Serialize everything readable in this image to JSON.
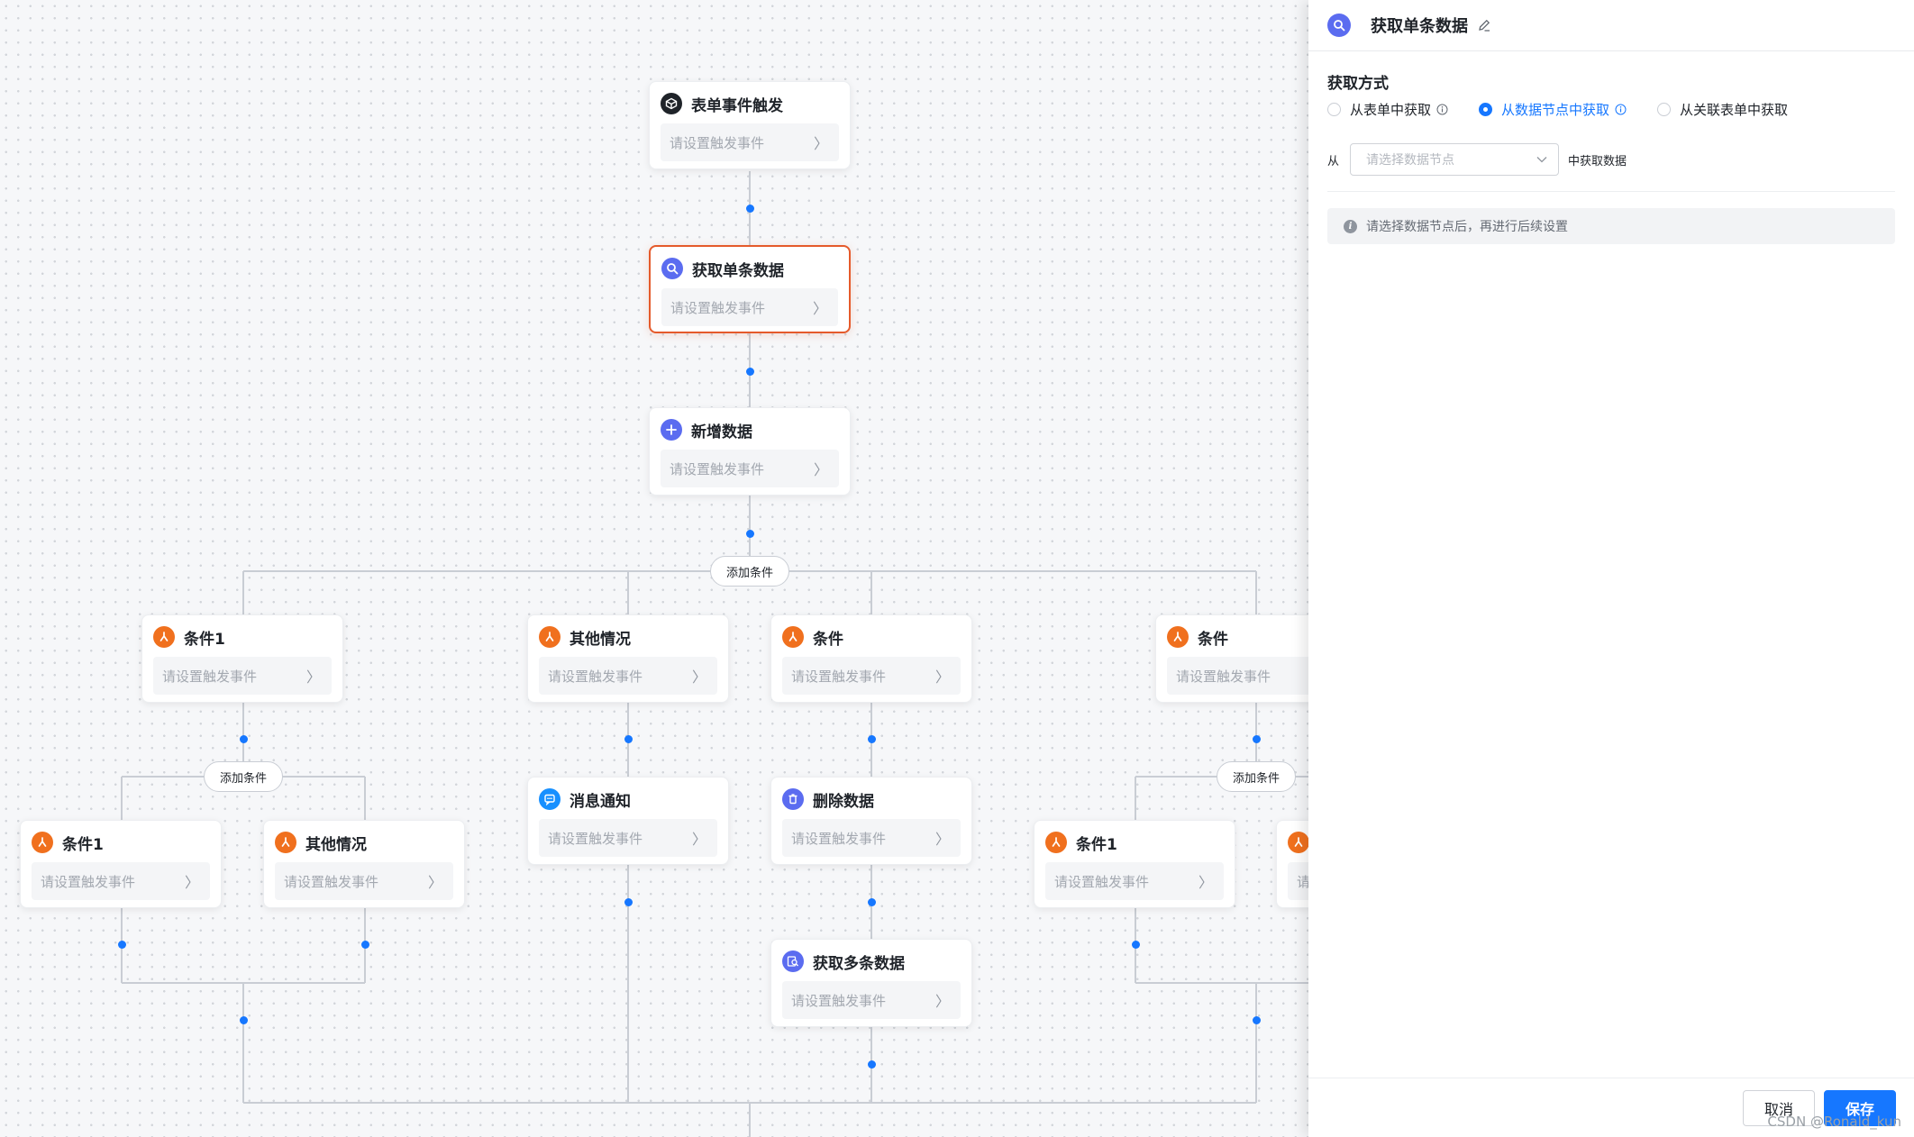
{
  "canvas": {
    "add_condition_label": "添加条件",
    "nodes": [
      {
        "id": "n1",
        "title": "表单事件触发",
        "placeholder": "请设置触发事件",
        "icon": "form-trigger-icon",
        "color": "#1f2329"
      },
      {
        "id": "n2",
        "title": "获取单条数据",
        "placeholder": "请设置触发事件",
        "icon": "search-icon",
        "color": "#5b6cf0",
        "selected": true
      },
      {
        "id": "n3",
        "title": "新增数据",
        "placeholder": "请设置触发事件",
        "icon": "plus-icon",
        "color": "#5b6cf0"
      },
      {
        "id": "n4",
        "title": "条件1",
        "placeholder": "请设置触发事件",
        "icon": "branch-icon",
        "color": "#f0701e"
      },
      {
        "id": "n5",
        "title": "其他情况",
        "placeholder": "请设置触发事件",
        "icon": "branch-icon",
        "color": "#f0701e"
      },
      {
        "id": "n6",
        "title": "条件",
        "placeholder": "请设置触发事件",
        "icon": "branch-icon",
        "color": "#f0701e"
      },
      {
        "id": "n7",
        "title": "条件",
        "placeholder": "请设置触发事件",
        "icon": "branch-icon",
        "color": "#f0701e"
      },
      {
        "id": "n8",
        "title": "条件1",
        "placeholder": "请设置触发事件",
        "icon": "branch-icon",
        "color": "#f0701e"
      },
      {
        "id": "n9",
        "title": "其他情况",
        "placeholder": "请设置触发事件",
        "icon": "branch-icon",
        "color": "#f0701e"
      },
      {
        "id": "n10",
        "title": "消息通知",
        "placeholder": "请设置触发事件",
        "icon": "message-icon",
        "color": "#1890ff"
      },
      {
        "id": "n11",
        "title": "删除数据",
        "placeholder": "请设置触发事件",
        "icon": "trash-icon",
        "color": "#5b6cf0"
      },
      {
        "id": "n12",
        "title": "获取多条数据",
        "placeholder": "请设置触发事件",
        "icon": "multi-search-icon",
        "color": "#5b6cf0"
      },
      {
        "id": "n13",
        "title": "条件1",
        "placeholder": "请设置触发事件",
        "icon": "branch-icon",
        "color": "#f0701e"
      },
      {
        "id": "n14",
        "title": "",
        "placeholder": "请",
        "icon": "branch-icon",
        "color": "#f0701e"
      }
    ]
  },
  "panel": {
    "title": "获取单条数据",
    "section_label": "获取方式",
    "options": [
      {
        "label": "从表单中获取",
        "has_info": true,
        "selected": false
      },
      {
        "label": "从数据节点中获取",
        "has_info": true,
        "selected": true
      },
      {
        "label": "从关联表单中获取",
        "has_info": false,
        "selected": false
      }
    ],
    "from_prefix": "从",
    "select_placeholder": "请选择数据节点",
    "from_suffix": "中获取数据",
    "hint": "请选择数据节点后，再进行后续设置",
    "cancel_label": "取消",
    "save_label": "保存",
    "accent": "#1677ff"
  },
  "watermark": "CSDN @Ronald_kun"
}
